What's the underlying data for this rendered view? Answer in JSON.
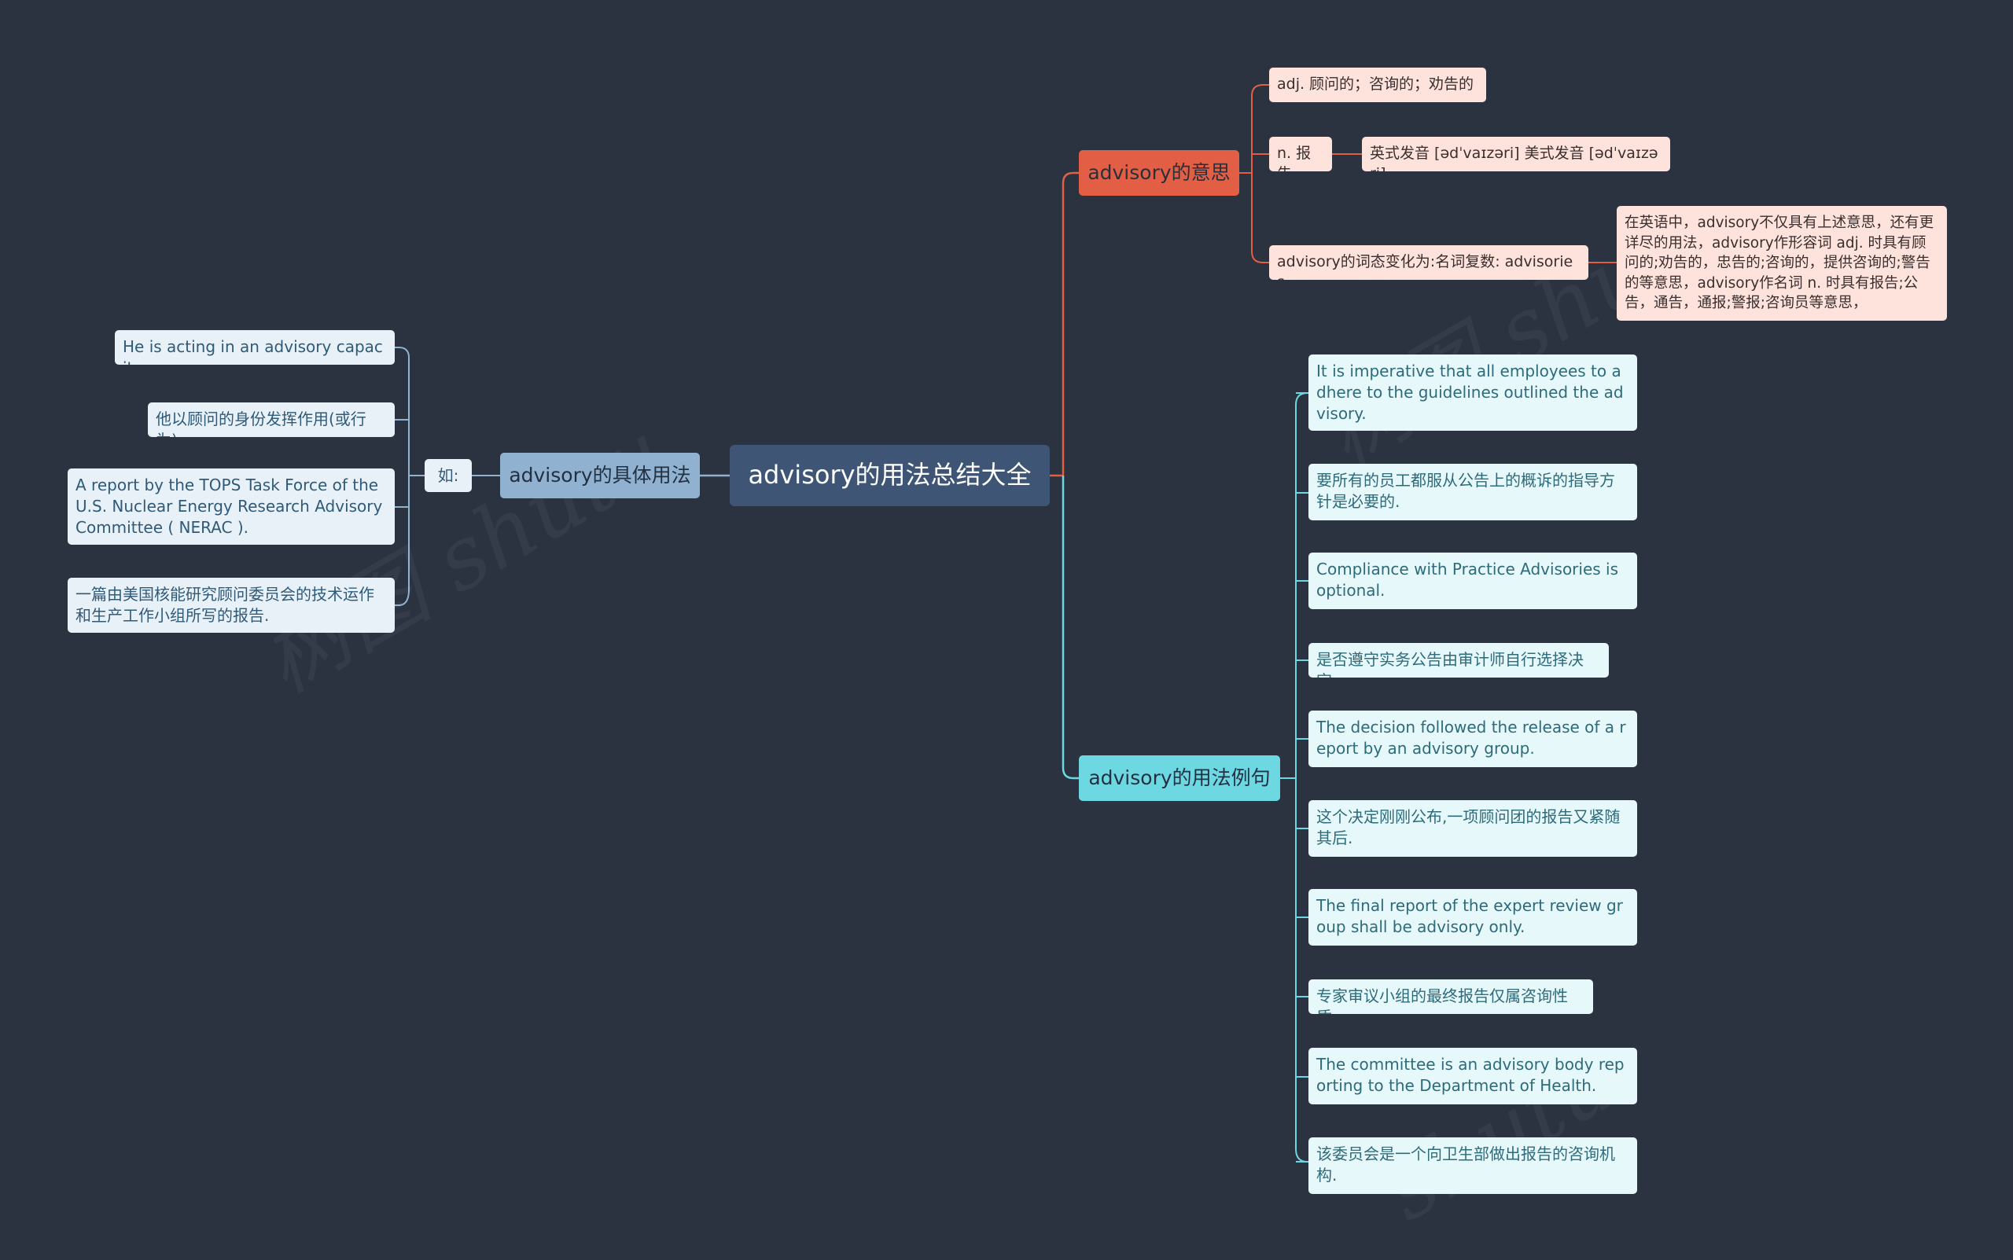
{
  "center": "advisory的用法总结大全",
  "branches": {
    "meaning": {
      "label": "advisory的意思",
      "color": "#e25e45",
      "items": [
        "adj. 顾问的；咨询的；劝告的",
        "n. 报告",
        "英式发音 [ədˈvaɪzəri] 美式发音 [ədˈvaɪzəri]",
        "advisory的词态变化为:名词复数: advisories",
        "在英语中，advisory不仅具有上述意思，还有更详尽的用法，advisory作形容词 adj. 时具有顾问的;劝告的，忠告的;咨询的，提供咨询的;警告的等意思，advisory作名词 n. 时具有报告;公告，通告，通报;警报;咨询员等意思，"
      ]
    },
    "examples": {
      "label": "advisory的用法例句",
      "color": "#6dd8e2",
      "items": [
        "It is imperative that all employees to adhere to the guidelines outlined the advisory.",
        "要所有的员工都服从公告上的概诉的指导方针是必要的.",
        "Compliance with Practice Advisories is optional.",
        "是否遵守实务公告由审计师自行选择决定.",
        "The decision followed the release of a report by an advisory group.",
        "这个决定刚刚公布,一项顾问团的报告又紧随其后.",
        "The final report of the expert review group shall be advisory only.",
        "专家审议小组的最终报告仅属咨询性质.",
        "The committee is an advisory body reporting to the Department of Health.",
        "该委员会是一个向卫生部做出报告的咨询机构."
      ]
    },
    "usage": {
      "label": "advisory的具体用法",
      "color": "#90b2d0",
      "sub": "如:",
      "items": [
        "He is acting in an advisory capacity.",
        "他以顾问的身份发挥作用(或行为).",
        "A report by the TOPS Task Force of the U.S. Nuclear Energy Research Advisory Committee ( NERAC ).",
        "一篇由美国核能研究顾问委员会的技术运作和生产工作小组所写的报告."
      ]
    }
  },
  "colors": {
    "background": "#2b3240",
    "center": "#3e5575",
    "line_red": "#e25e45",
    "line_cyan": "#6dd8e2",
    "line_blue": "#90b2d0"
  }
}
